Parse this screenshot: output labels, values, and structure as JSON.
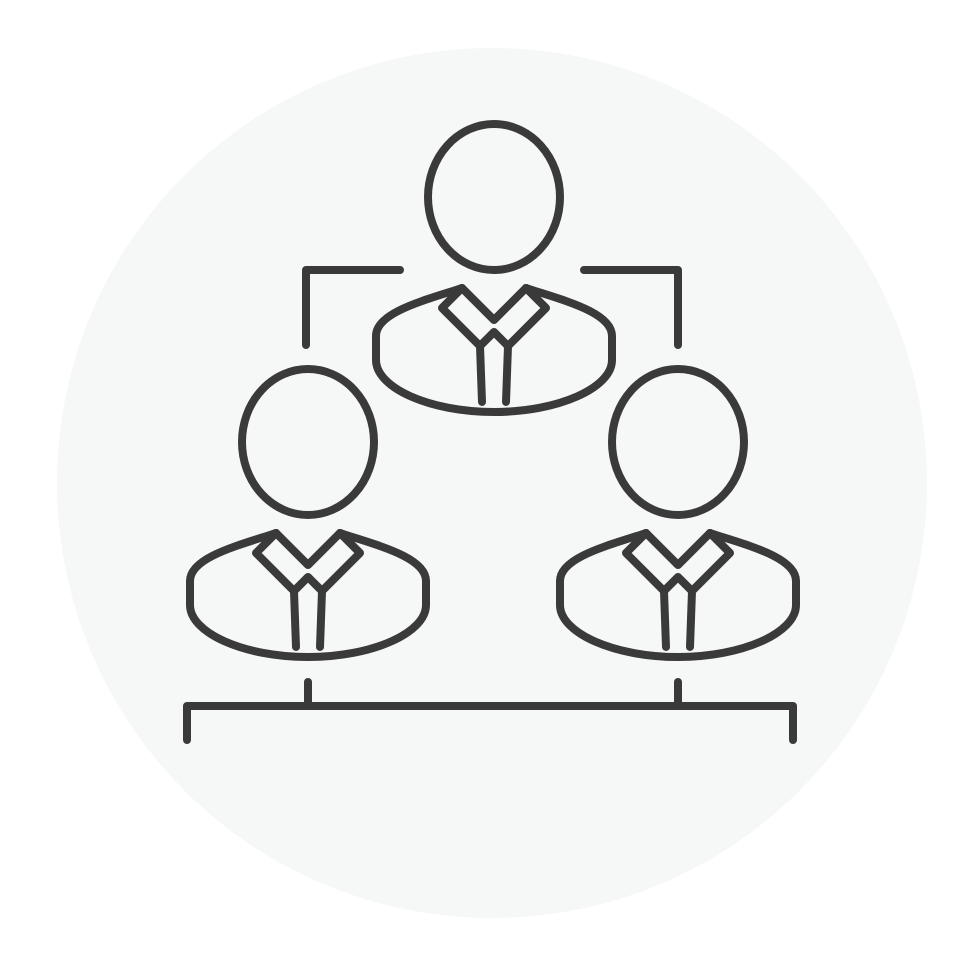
{
  "icon": {
    "name": "team-hierarchy-icon",
    "description_free": true,
    "colors": {
      "background": "#ffffff",
      "backdrop_circle": "#f6f7f7",
      "stroke": "#3a3a3a"
    },
    "figures": [
      {
        "role": "top",
        "icon": "person-with-tie-icon"
      },
      {
        "role": "left",
        "icon": "person-with-tie-icon"
      },
      {
        "role": "right",
        "icon": "person-with-tie-icon"
      }
    ]
  }
}
